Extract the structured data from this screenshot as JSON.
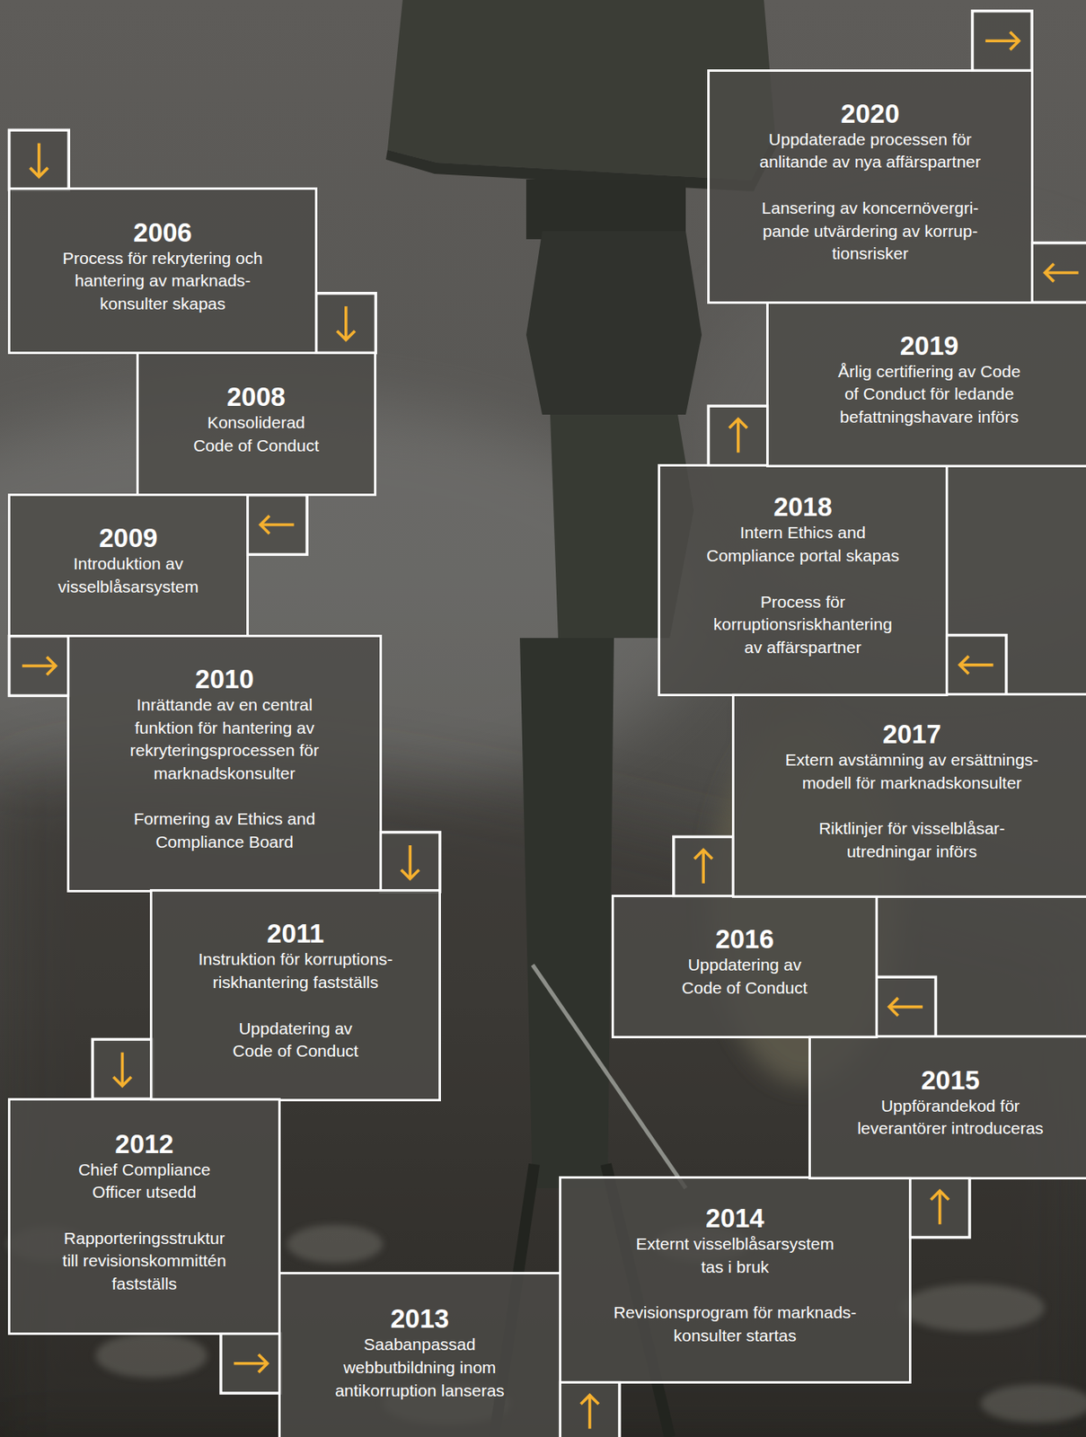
{
  "diagram": {
    "nodes": [
      {
        "text": [
          "2006",
          "Process för rekrytering och hantering av marknads- konsulter skapas"
        ]
      },
      {
        "text": [
          "2008",
          "Konsoliderad Code of Conduct"
        ]
      },
      {
        "text": [
          "2009",
          "Introduktion av visselblåsarsystem"
        ]
      },
      {
        "text": [
          "2010",
          "Inrättande av en central funktion för hantering av rekryteringsprocessen för marknadskonsulter",
          "Formering av Ethics and Compliance Board"
        ]
      },
      {
        "text": [
          "2011",
          "Instruktion för korruptions- riskhantering fastställs",
          "Uppdatering av Code of Conduct"
        ]
      },
      {
        "text": [
          "2012",
          "Chief Compliance Officer utsedd",
          "Rapporteringsstruktur till revisionskommittén fastställs"
        ]
      },
      {
        "text": [
          "2013",
          "Saabanpassad webbutbildning inom antikorruption lanseras"
        ]
      },
      {
        "text": [
          "2014",
          "Externt visselblåsarsystem tas i bruk",
          "Revisionsprogram för marknads- konsulter startas"
        ]
      },
      {
        "text": [
          "2015",
          "Uppförandekod för leverantörer introduceras"
        ]
      },
      {
        "text": [
          "2016",
          "Uppdatering av Code of Conduct"
        ]
      },
      {
        "text": [
          "2017",
          "Extern avstämning av ersättnings- modell för marknadskonsulter",
          "Riktlinjer för visselblåsar- utredningar införs"
        ]
      },
      {
        "text": [
          "2018",
          "Intern Ethics and Compliance portal skapas",
          "Process för korruptionsriskhantering av affärspartner"
        ]
      },
      {
        "text": [
          "2019",
          "Årlig certifiering av Code of Conduct för ledande befattningshavare införs"
        ]
      },
      {
        "text": [
          "2020",
          "Uppdaterade processen för anlitande av nya affärspartner",
          "Lansering av koncernövergri- pande utvärdering av korrup- tionsrisker"
        ]
      }
    ],
    "edges": [
      {
        "from": 0,
        "to": 1,
        "arrow": "to"
      },
      {
        "from": 1,
        "to": 2,
        "arrow": "to"
      },
      {
        "from": 2,
        "to": 3,
        "arrow": "to"
      },
      {
        "from": 3,
        "to": 4,
        "arrow": "to"
      },
      {
        "from": 4,
        "to": 5,
        "arrow": "to"
      },
      {
        "from": 5,
        "to": 6,
        "arrow": "to"
      },
      {
        "from": 6,
        "to": 7,
        "arrow": "to"
      },
      {
        "from": 7,
        "to": 8,
        "arrow": "to"
      },
      {
        "from": 8,
        "to": 9,
        "arrow": "to"
      },
      {
        "from": 9,
        "to": 10,
        "arrow": "to"
      },
      {
        "from": 10,
        "to": 11,
        "arrow": "to"
      },
      {
        "from": 11,
        "to": 12,
        "arrow": "to"
      },
      {
        "from": 12,
        "to": 13,
        "arrow": "to"
      }
    ]
  }
}
